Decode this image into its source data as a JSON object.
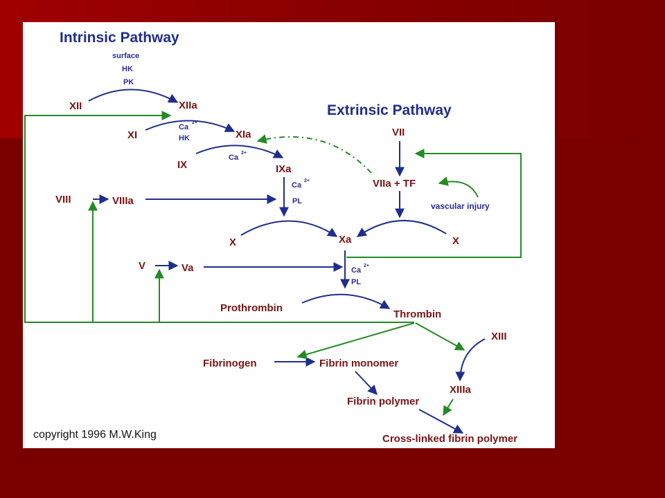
{
  "titles": {
    "intrinsic": "Intrinsic Pathway",
    "extrinsic": "Extrinsic Pathway"
  },
  "factors": {
    "xii": "XII",
    "xiia": "XIIa",
    "xi": "XI",
    "xia": "XIa",
    "ix": "IX",
    "ixa": "IXa",
    "viii": "VIII",
    "viiia": "VIIIa",
    "x_left": "X",
    "xa": "Xa",
    "x_right": "X",
    "v": "V",
    "va": "Va",
    "vii": "VII",
    "viia_tf": "VIIa + TF",
    "prothrombin": "Prothrombin",
    "thrombin": "Thrombin",
    "fibrinogen": "Fibrinogen",
    "fibrin_monomer": "Fibrin monomer",
    "fibrin_polymer": "Fibrin polymer",
    "xiii": "XIII",
    "xiiia": "XIIIa",
    "crosslinked": "Cross-linked fibrin polymer"
  },
  "cofactors": {
    "surface": "surface",
    "hk1": "HK",
    "pk": "PK",
    "ca_1": "Ca",
    "hk2": "HK",
    "ca_2": "Ca",
    "ca_3": "Ca",
    "pl_1": "PL",
    "ca_4": "Ca",
    "pl_2": "PL",
    "charge": "2+"
  },
  "vascular_injury": "vascular injury",
  "copyright": "copyright 1996 M.W.King",
  "colors": {
    "background": "#7f0000",
    "panel": "#ffffff",
    "title": "#1f2e8a",
    "factor_text": "#7a1414",
    "blue_arrow": "#1f2d8f",
    "green_arrow": "#228b22"
  }
}
